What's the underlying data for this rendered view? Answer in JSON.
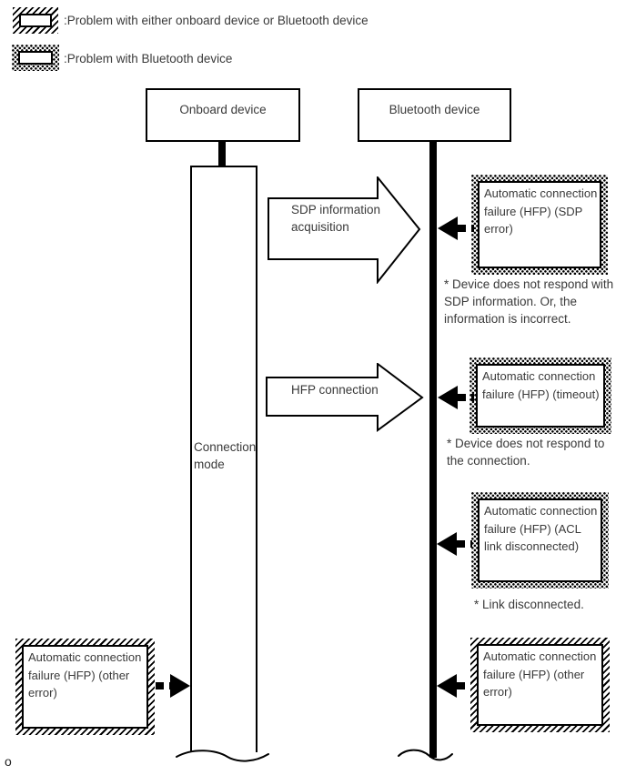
{
  "legend": {
    "items": [
      {
        "pattern": "hatched",
        "label": ":Problem with either onboard device or Bluetooth device"
      },
      {
        "pattern": "dotted",
        "label": ":Problem with Bluetooth device"
      }
    ]
  },
  "actors": {
    "onboard": "Onboard device",
    "bluetooth": "Bluetooth device"
  },
  "lifeline": {
    "label": "Connection mode"
  },
  "messages": [
    {
      "label": "SDP information acquisition"
    },
    {
      "label": "HFP connection"
    }
  ],
  "failures": [
    {
      "pattern": "dotted",
      "label": "Automatic connection failure (HFP) (SDP error)",
      "note": "* Device does not respond with SDP information. Or, the information is incorrect."
    },
    {
      "pattern": "dotted",
      "label": "Automatic connection failure (HFP) (timeout)",
      "note": "* Device does not respond to the connection."
    },
    {
      "pattern": "dotted",
      "label": "Automatic connection failure (HFP) (ACL link disconnected)",
      "note": "* Link disconnected."
    },
    {
      "pattern": "hatched",
      "label": "Automatic connection failure (HFP) (other error)",
      "note": ""
    }
  ],
  "onboard_failure": {
    "pattern": "hatched",
    "label": "Automatic connection failure (HFP) (other error)"
  },
  "footer": {
    "mark": "o"
  },
  "colors": {
    "line": "#000000",
    "text": "#3a3a3a",
    "background": "#ffffff"
  }
}
